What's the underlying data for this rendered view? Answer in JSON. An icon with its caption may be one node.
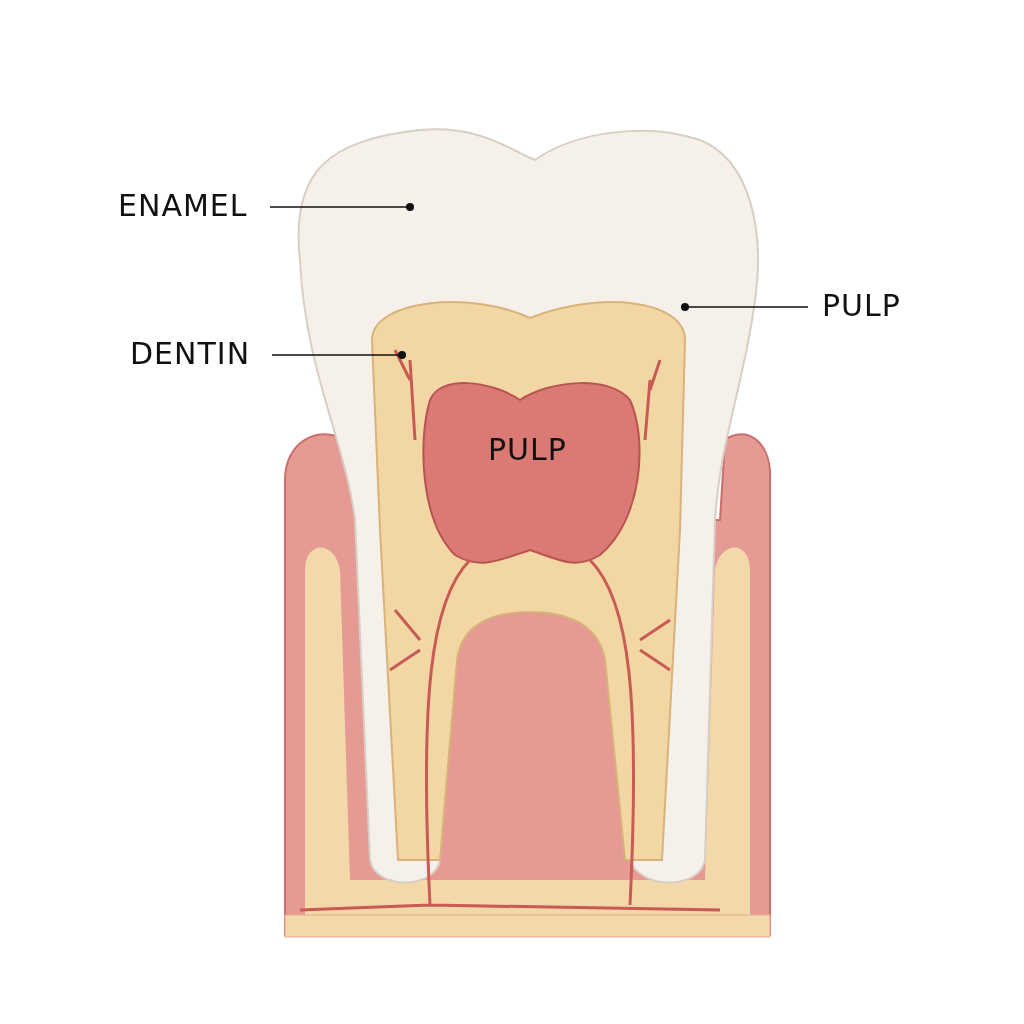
{
  "diagram": {
    "nodes": [
      {
        "text": [
          "ENAMEL"
        ]
      },
      {
        "text": [],
        "shape": "picture"
      },
      {
        "text": [
          "DENTIN"
        ]
      },
      {
        "text": [],
        "shape": "picture",
        "in": 1
      },
      {
        "text": [
          "PULP"
        ]
      },
      {
        "text": [
          "PULP"
        ],
        "in": 3
      }
    ],
    "edges": [
      {
        "from": 0,
        "to": 1,
        "arrow": "other"
      },
      {
        "from": 2,
        "to": 3,
        "arrow": "other"
      },
      {
        "from": 4,
        "to": 1,
        "arrow": "other"
      }
    ]
  }
}
